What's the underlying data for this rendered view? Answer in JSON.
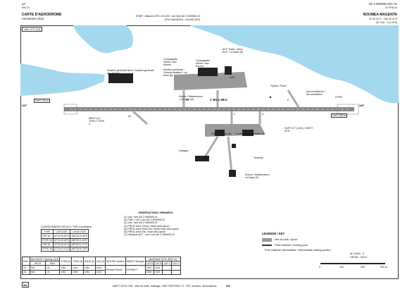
{
  "header": {
    "left": [
      "AIP",
      "PAC-N"
    ],
    "title_fr": "CARTE D'AERODROME",
    "title_en": "Aerodrome chart",
    "ref": "AD 2 NWWM ADC 01",
    "ref_date": "22 FEB 24",
    "stwr": "STWP : Alliance ATIS 124.200 / voir liste AD 2 NWWM.23",
    "atis": "ATIS MAGENTA : 128.650 (FR)",
    "aerodrome": "NOUMEA MAGENTA",
    "coords": "22 15 30 S - 166 28 22 E",
    "alt": "ALT AD : 3 (1 hPa)"
  },
  "map": {
    "var": "VAR 12°E (20)",
    "rwy_left": "160°",
    "rwy_right": "340°",
    "runway_dims": "1 361 x 30 m",
    "labels": {
      "aviation_generale_nord": "Aviation générale Nord / aviation générale aux bornes",
      "compagnies": "Compagnies Airline / aux bornes",
      "compagnies_2": "Compagnies Airline / aux bornes",
      "aviation_generale": "Aviation générale / General aviation / vol base (8)",
      "acf": "ACF Tower / Nord ACF / vol base (8)",
      "hgs": "HGS",
      "entree": "Entrée / Maintenance / vol base (8)",
      "pylone": "Pylône / Pylon",
      "aeromodelisme": "Aéromodélisme / Aeromodelism",
      "twr_l": "TWR L",
      "dthr": "DTHR",
      "dwy": "DWY 100 m",
      "hel": "HEL / vol base (8)",
      "commercial": "Commercial / vol base (8)",
      "vwp": "VWP 0.3° (4.8%) / MEHT 35 ft",
      "hangars": "Hangars",
      "terminal": "Terminal",
      "entree_sud": "Entrée / Maintenance / vol base (8)",
      "meht_left": "MEHT (4) / TWR 4 / PAPI 4"
    },
    "twys": [
      "A1",
      "A2",
      "B",
      "C",
      "D",
      "E",
      "F",
      "G",
      "H"
    ]
  },
  "coordinates_table": {
    "title": "COORDONNEES SEUILS / THR coordinates",
    "headers": [
      "TYPE",
      "LATITUDE",
      "LONGITUDE"
    ],
    "rows": [
      [
        "THR 16",
        "22°15 06.69\"S",
        "166°28 10.06\"E"
      ],
      [
        "DTHR 16",
        "22°15 10.48\"S",
        "166°28 11.44\"E"
      ],
      [
        "THR 34",
        "22°15 44.00\"S",
        "166°28 31.17\"E"
      ],
      [
        "DTHR 34",
        "22°15 41.10\"S",
        "166°28 30.78\"E"
      ]
    ]
  },
  "observations": {
    "title": "OBSERVATIONS / REMARKS",
    "lines": [
      "(1) Voir / see AD 2 NWWM.14",
      "(2) PAPI / voir / see AD 2 NWWM.22",
      "(3) Voir / see AD 2 NWWM.20",
      "(4) PRKG zone Ouest / West area apron",
      "(5) PRKG zone Nord-Est / North-East area apron",
      "(6) PRKG zone Est / East area apron",
      "(7) Obstacle AVT : voir / see AD 2 NWWM.22"
    ]
  },
  "legend": {
    "title": "LEGENDE / KEY",
    "items": [
      {
        "label": "Aire de trafic / Apron",
        "color": "#9a9a9a"
      },
      {
        "label": "Point d'attente / Holding point",
        "color": "#333333"
      },
      {
        "label": "Point d'attente intermédiaire / Intermediate holding position",
        "color": "#777777"
      }
    ]
  },
  "elevation": {
    "alt_max": "ALT MAX : 9",
    "geoid": "GEOID : 100 ft"
  },
  "scale": {
    "labels": [
      "0",
      "100",
      "200",
      "300 m"
    ]
  },
  "runway_table": {
    "headers": [
      "RWY",
      "BALISAGE / Lighting (1)(2)",
      "",
      "TORA (3)",
      "TODA (3)",
      "ASDA (3)",
      "LDA (3)",
      "NATURE Surface",
      "RESIST Strength",
      "MAXIMUM TKOF (RWY m)",
      "",
      "",
      ""
    ],
    "subheaders": [
      "APCH",
      "RWY",
      "CAT A",
      "CAT B",
      "CAT C",
      "CAT D"
    ],
    "rows": [
      [
        "16",
        "SAL",
        "LIL",
        "1361",
        "1441",
        "1361",
        "1310",
        "Revêtue Paved",
        "20/F/B/X/T",
        "1000",
        "1000",
        "",
        ""
      ],
      [
        "34",
        "SAL",
        "LIL",
        "1361",
        "1400",
        "1361",
        "1310",
        "",
        "",
        "1000",
        "1000",
        "",
        ""
      ]
    ]
  },
  "footer": {
    "logo": "SIA",
    "amdt": "AMDT 02/24  CHG : Aire de trafic, balisage, VWP, PAPI RWY 17, TSZ, remarks, observations.",
    "page": "SIA"
  }
}
